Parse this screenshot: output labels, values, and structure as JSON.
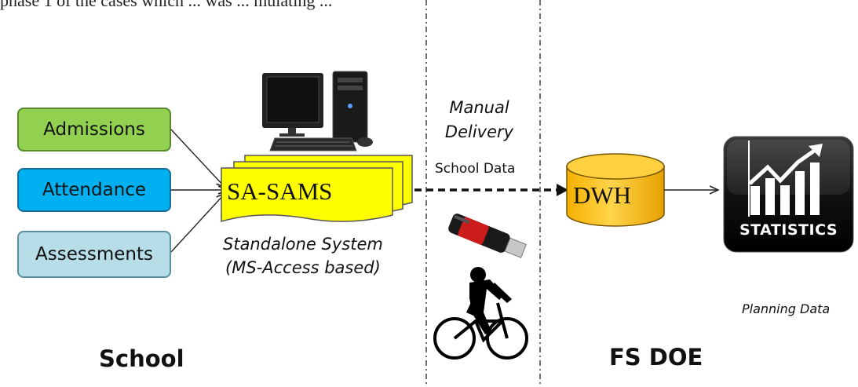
{
  "header": {
    "partial_text": "phase 1 of the cases which ... was ... mulating ..."
  },
  "sources": [
    {
      "label": "Admissions",
      "color": "#92d050"
    },
    {
      "label": "Attendance",
      "color": "#00b0f0"
    },
    {
      "label": "Assessments",
      "color": "#b7dde8"
    }
  ],
  "system": {
    "name": "SA-SAMS",
    "caption_line1": "Standalone System",
    "caption_line2": "(MS-Access based)",
    "color": "#ffff00"
  },
  "transfer": {
    "line1": "Manual",
    "line2": "Delivery",
    "data_label": "School Data"
  },
  "warehouse": {
    "name": "DWH",
    "color": "#ffc000"
  },
  "stats": {
    "label": "STATISTICS",
    "caption": "Planning Data"
  },
  "zones": {
    "left": "School",
    "right": "FS DOE"
  }
}
